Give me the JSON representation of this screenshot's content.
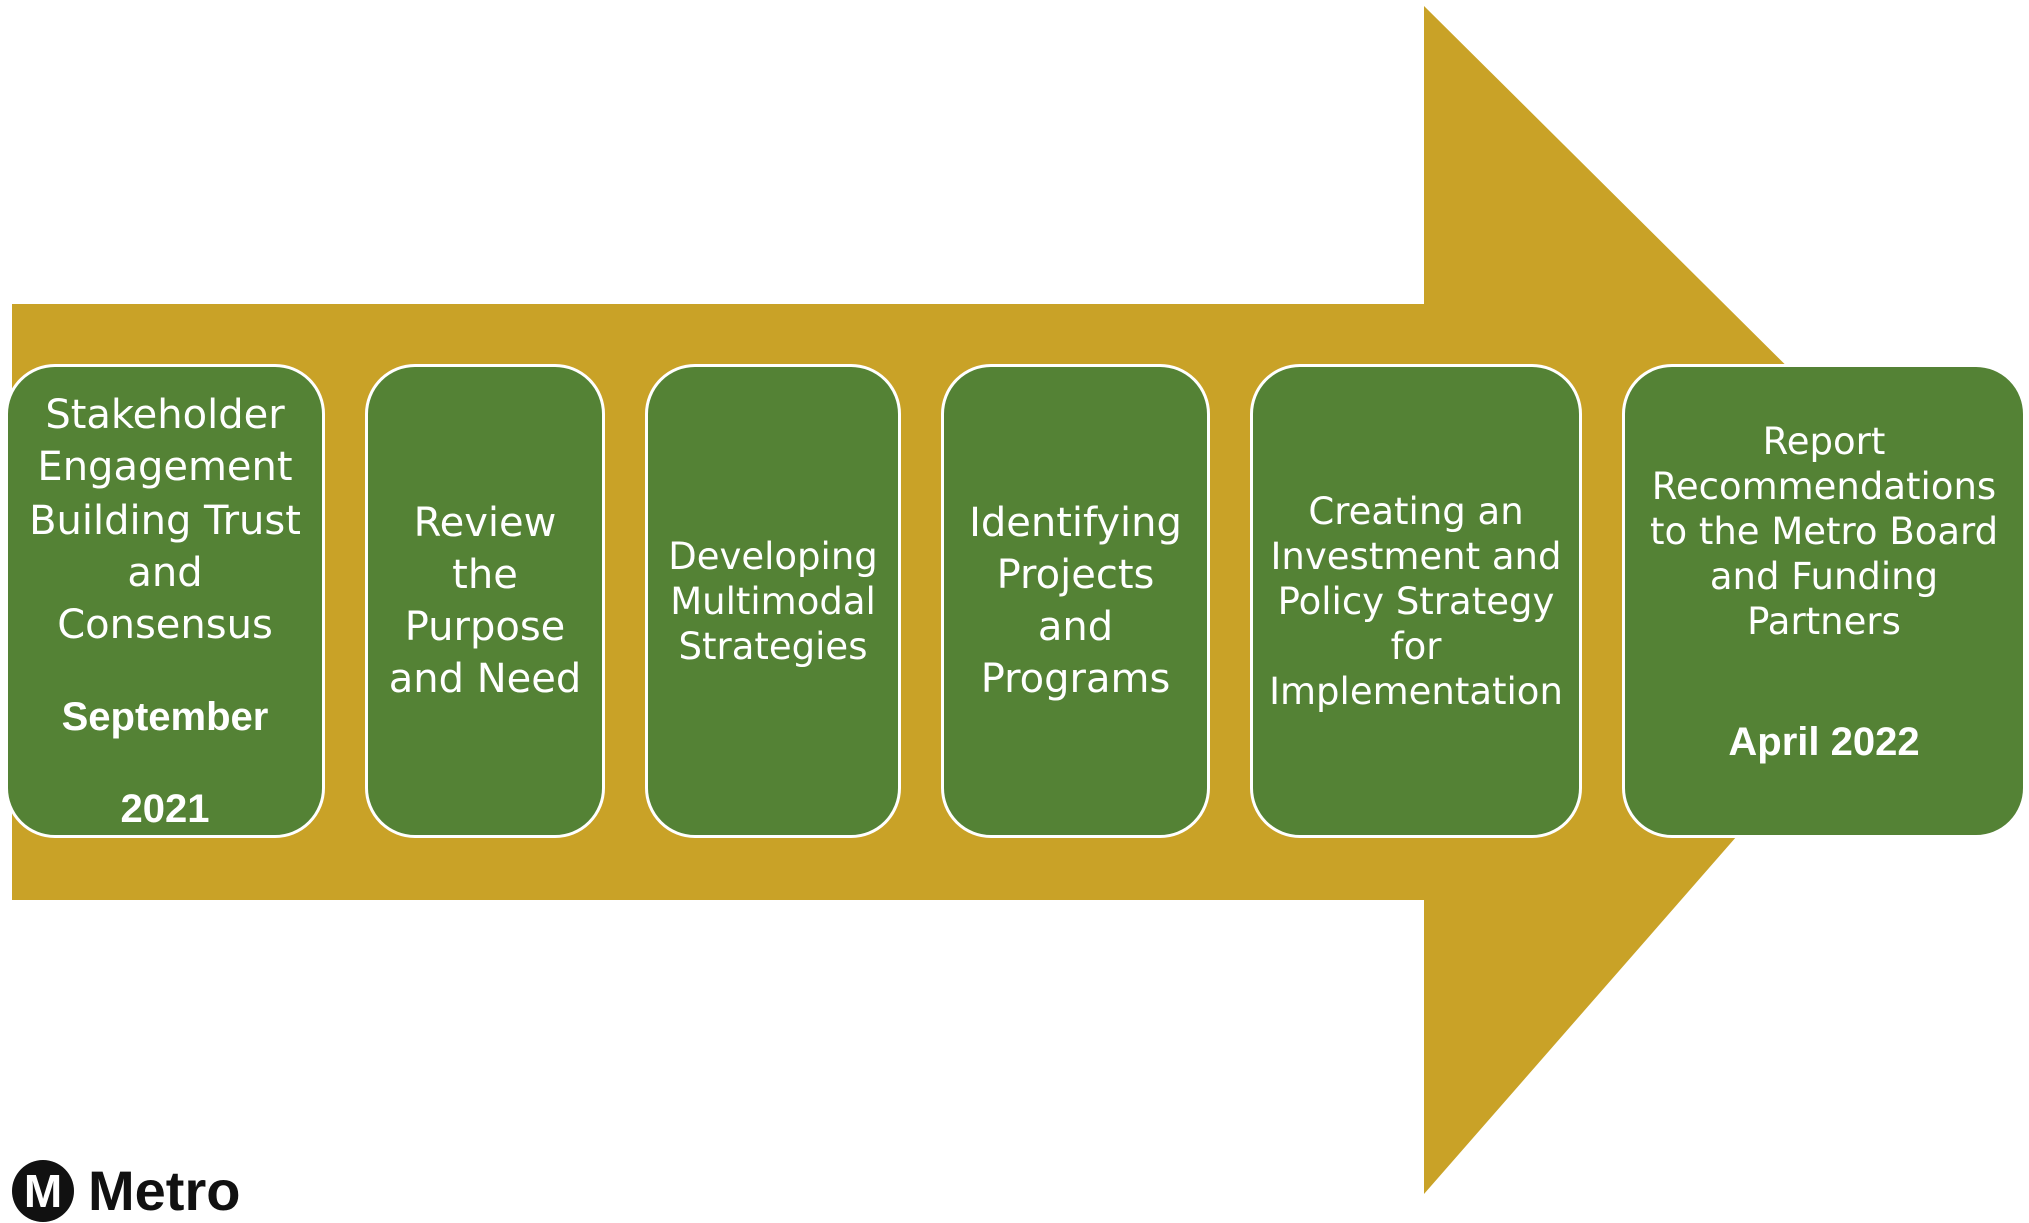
{
  "colors": {
    "arrow": "#C9A227",
    "box": "#548235",
    "box_border": "#FFFFFF",
    "text": "#FFFFFF"
  },
  "steps": [
    {
      "lines": [
        "Stakeholder",
        "Engagement"
      ],
      "lines2": [
        "Building Trust",
        "and",
        "Consensus"
      ],
      "date": [
        "September",
        "2021"
      ]
    },
    {
      "lines": [
        "Review",
        "the",
        "Purpose",
        "and Need"
      ]
    },
    {
      "lines": [
        "Developing",
        "Multimodal",
        "Strategies"
      ]
    },
    {
      "lines": [
        "Identifying",
        "Projects",
        "and",
        "Programs"
      ]
    },
    {
      "lines": [
        "Creating an",
        "Investment and",
        "Policy Strategy",
        "for",
        "Implementation"
      ]
    },
    {
      "lines": [
        "Report",
        "Recommendations",
        "to the Metro Board",
        "and Funding",
        "Partners"
      ],
      "date": [
        "April 2022"
      ]
    }
  ],
  "logo": {
    "mark": "M",
    "word": "Metro"
  }
}
